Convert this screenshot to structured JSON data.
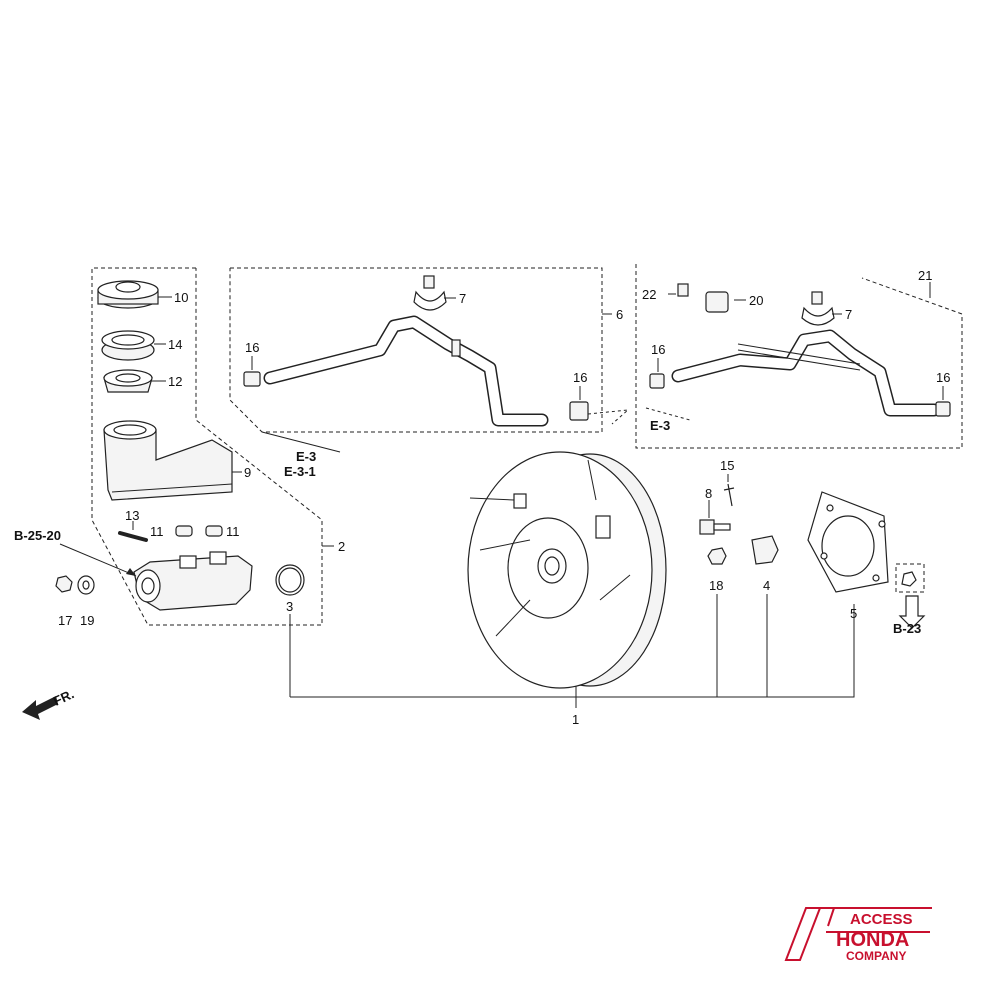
{
  "diagram": {
    "part_numbers": {
      "p1": "1",
      "p2": "2",
      "p3": "3",
      "p4": "4",
      "p5": "5",
      "p6": "6",
      "p7a": "7",
      "p7b": "7",
      "p8": "8",
      "p9": "9",
      "p10": "10",
      "p11a": "11",
      "p11b": "11",
      "p12": "12",
      "p13": "13",
      "p14": "14",
      "p15": "15",
      "p16a": "16",
      "p16b": "16",
      "p16c": "16",
      "p16d": "16",
      "p17": "17",
      "p18": "18",
      "p19": "19",
      "p20": "20",
      "p21": "21",
      "p22": "22"
    },
    "refs": {
      "e3_left": "E-3",
      "e31_left": "E-3-1",
      "e3_right": "E-3",
      "b2520": "B-25-20",
      "b23": "B-23"
    },
    "direction_label": "FR."
  },
  "branding": {
    "line1": "ACCESS",
    "line2": "HONDA",
    "line3": "COMPANY",
    "color": "#c8102e"
  }
}
